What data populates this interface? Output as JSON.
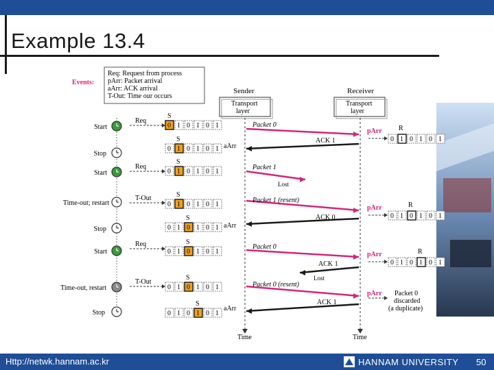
{
  "title": "Example 13.4",
  "footer": {
    "url": "Http://netwk.hannam.ac.kr",
    "university": "HANNAM  UNIVERSITY",
    "page": "50"
  },
  "legend": {
    "heading": "Events:",
    "lines": [
      "Req: Request from process",
      "pArr: Packet arrival",
      "aArr: ACK arrival",
      "T-Out: Time our occurs"
    ]
  },
  "columns": {
    "sender": "Sender",
    "receiver": "Receiver",
    "sender_layer": [
      "Transport",
      "layer"
    ],
    "receiver_layer": [
      "Transport",
      "layer"
    ],
    "time": "Time"
  },
  "sender_events": [
    "Start",
    "Stop",
    "Start",
    "Time-out; restart",
    "Stop",
    "Start",
    "Time-out, restart",
    "Stop"
  ],
  "arrows_left": [
    "Req",
    "aArr",
    "Req",
    "T-Out",
    "aArr",
    "Req",
    "T-Out",
    "aArr"
  ],
  "frames": {
    "seq_bits": [
      "0",
      "1",
      "0",
      "1",
      "0",
      "1"
    ]
  },
  "labels": {
    "S": "S",
    "R": "R",
    "pArr": "pArr",
    "lost": "Lost"
  },
  "messages": [
    "Packet 0",
    "ACK 1",
    "Packet 1",
    "Packet 1 (resent)",
    "ACK 0",
    "Packet 0",
    "ACK 1",
    "Packet 0 (resent)",
    "ACK 1"
  ],
  "discard": [
    "Packet 0",
    "discarded",
    "(a duplicate)"
  ],
  "colors": {
    "header": "#1f4e97",
    "packet": "#d6247a",
    "ack": "#1a1a1a",
    "highlight": "#f2a11c",
    "event_green": "#3a9b3a",
    "dashes": "#1a1a1a"
  }
}
